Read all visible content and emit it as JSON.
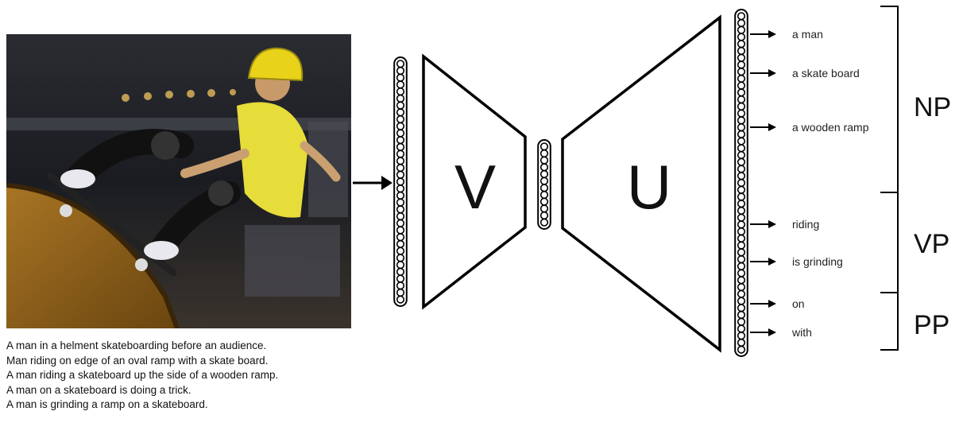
{
  "image_caption_lines": [
    "A man in a helment skateboarding before an audience.",
    "Man riding on edge of an oval ramp with a skate board.",
    "A man riding a skateboard up the side of a wooden ramp.",
    "A man on a skateboard is doing a trick.",
    "A man is grinding a ramp on a skateboard."
  ],
  "blocks": {
    "encoder_label": "V",
    "decoder_label": "U"
  },
  "outputs": [
    {
      "text": "a man",
      "group": "NP"
    },
    {
      "text": "a skate board",
      "group": "NP"
    },
    {
      "text": "a wooden ramp",
      "group": "NP"
    },
    {
      "text": "riding",
      "group": "VP"
    },
    {
      "text": "is grinding",
      "group": "VP"
    },
    {
      "text": "on",
      "group": "PP"
    },
    {
      "text": "with",
      "group": "PP"
    }
  ],
  "groups": [
    {
      "name": "NP"
    },
    {
      "name": "VP"
    },
    {
      "name": "PP"
    }
  ],
  "colors": {
    "stroke": "#000000",
    "helmet": "#e8d21a",
    "shirt": "#e6dc3a",
    "ramp": "#9a6a1c",
    "background_dark": "#1e2026"
  }
}
